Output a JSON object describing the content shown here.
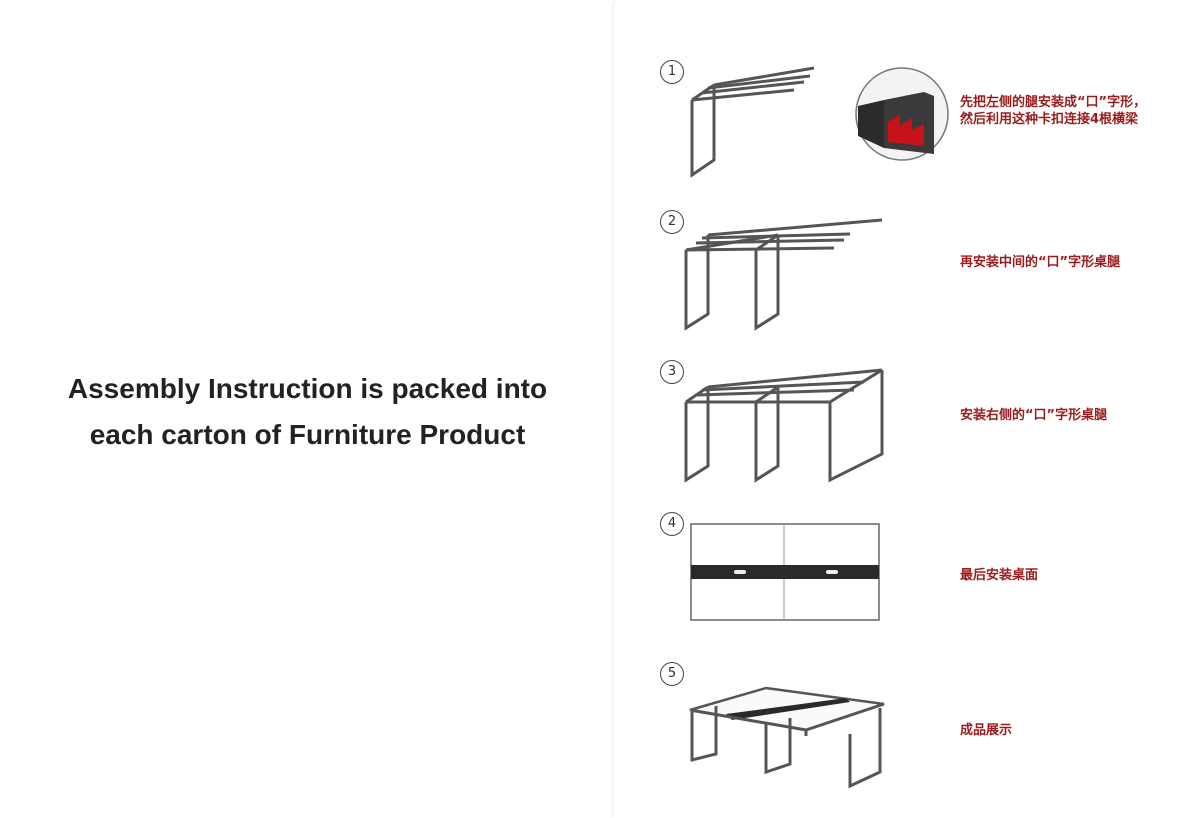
{
  "caption": {
    "line1": "Assembly Instruction is packed into",
    "line2": "each carton of Furniture Product"
  },
  "steps": [
    {
      "number": "1",
      "text_lines": [
        "先把左侧的腿安装成“口”字形，",
        "然后利用这种卡扣连接4根横梁"
      ]
    },
    {
      "number": "2",
      "text_lines": [
        "再安装中间的“口”字形桌腿"
      ]
    },
    {
      "number": "3",
      "text_lines": [
        "安装右侧的“口”字形桌腿"
      ]
    },
    {
      "number": "4",
      "text_lines": [
        "最后安装桌面"
      ]
    },
    {
      "number": "5",
      "text_lines": [
        "成品展示"
      ]
    }
  ],
  "colors": {
    "instruction_text": "#9a1c1c",
    "frame_stroke": "#555555",
    "clip_red": "#c8121a"
  }
}
